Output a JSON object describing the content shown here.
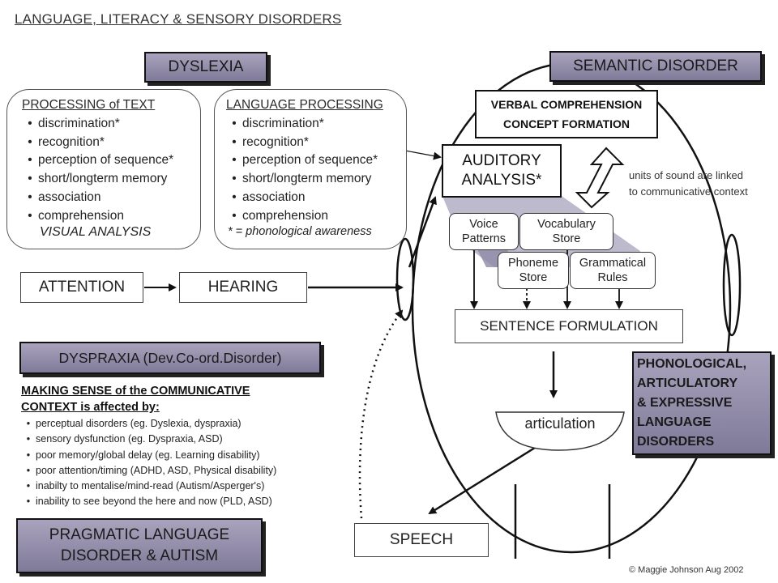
{
  "page_title": "LANGUAGE, LITERACY & SENSORY DISORDERS",
  "dyslexia_label": "DYSLEXIA",
  "semantic_label": "SEMANTIC DISORDER",
  "processing_text": {
    "title": "PROCESSING of TEXT",
    "items": [
      "discrimination*",
      "recognition*",
      "perception of sequence*",
      "short/longterm memory",
      "association",
      "comprehension"
    ],
    "footer": "VISUAL ANALYSIS"
  },
  "language_processing": {
    "title": "LANGUAGE PROCESSING",
    "items": [
      "discrimination*",
      "recognition*",
      "perception of sequence*",
      "short/longterm memory",
      "association",
      "comprehension"
    ],
    "footer": "* = phonological awareness"
  },
  "verbal": {
    "line1": "VERBAL COMPREHENSION",
    "line2": "CONCEPT FORMATION"
  },
  "auditory": {
    "line1": "AUDITORY",
    "line2": "ANALYSIS*"
  },
  "units_note": {
    "line1": "units of sound are linked",
    "line2": "to communicative context"
  },
  "stores": {
    "voice": {
      "line1": "Voice",
      "line2": "Patterns"
    },
    "vocabulary": {
      "line1": "Vocabulary",
      "line2": "Store"
    },
    "phoneme": {
      "line1": "Phoneme",
      "line2": "Store"
    },
    "grammatical": {
      "line1": "Grammatical",
      "line2": "Rules"
    }
  },
  "attention_label": "ATTENTION",
  "hearing_label": "HEARING",
  "sentence_label": "SENTENCE FORMULATION",
  "articulation_label": "articulation",
  "speech_label": "SPEECH",
  "dyspraxia_label": "DYSPRAXIA (Dev.Co-ord.Disorder)",
  "context": {
    "heading1": "MAKING SENSE of the COMMUNICATIVE",
    "heading2": "CONTEXT is affected by:",
    "items": [
      "perceptual disorders (eg. Dyslexia, dyspraxia)",
      "sensory dysfunction (eg. Dyspraxia, ASD)",
      "poor memory/global delay (eg. Learning disability)",
      "poor attention/timing (ADHD, ASD, Physical disability)",
      "inabilty to mentalise/mind-read (Autism/Asperger's)",
      "inability to see beyond the here and now (PLD, ASD)"
    ]
  },
  "pragmatic": {
    "line1": "PRAGMATIC LANGUAGE",
    "line2": "DISORDER & AUTISM"
  },
  "phonological": {
    "line1": "PHONOLOGICAL,",
    "line2": "ARTICULATORY",
    "line3": "& EXPRESSIVE",
    "line4": "LANGUAGE",
    "line5": "DISORDERS"
  },
  "copyright": "© Maggie Johnson  Aug 2002",
  "colors": {
    "header_fill": "#8f8aa8",
    "ink": "#111111"
  }
}
